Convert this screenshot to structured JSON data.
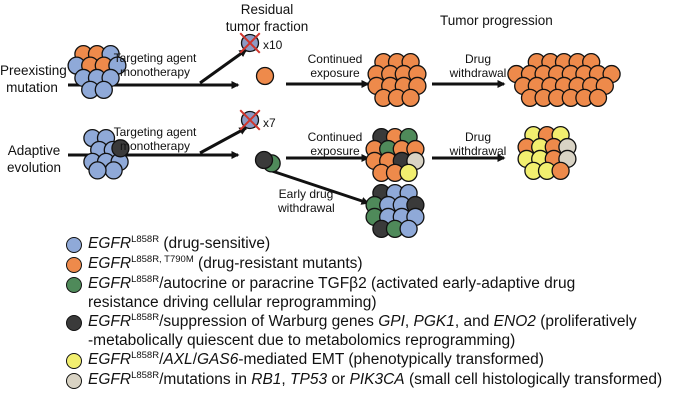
{
  "headers": {
    "residual": "Residual tumor fraction",
    "progression": "Tumor progression"
  },
  "rows": {
    "preexisting": "Preexisting mutation",
    "adaptive": "Adaptive evolution"
  },
  "arrows": {
    "targeting_1": "Targeting agent monotherapy",
    "targeting_2": "Targeting agent monotherapy",
    "continued_1": "Continued exposure",
    "continued_2": "Continued exposure",
    "withdrawal_1": "Drug withdrawal",
    "withdrawal_2": "Drug withdrawal",
    "early": "Early drug withdrawal"
  },
  "multipliers": {
    "top": "x10",
    "bottom": "x7"
  },
  "colors": {
    "blue": "#8fa9d8",
    "orange": "#ee8a4b",
    "green": "#4f8a5a",
    "black": "#3a3a3a",
    "yellow": "#f2ef6f",
    "beige": "#d9d3c4",
    "cross": "#d0342c",
    "dead_fill": "#8c9ac4"
  },
  "legend": [
    {
      "color": "blue",
      "gene": "EGFR",
      "sup": "L858R",
      "parts": [
        {
          "t": " (drug-sensitive)"
        }
      ]
    },
    {
      "color": "orange",
      "gene": "EGFR",
      "sup": "L858R, T790M",
      "parts": [
        {
          "t": " (drug-resistant mutants)"
        }
      ]
    },
    {
      "color": "green",
      "gene": "EGFR",
      "sup": "L858R",
      "parts": [
        {
          "t": "/autocrine or paracrine TGFβ2 (activated early-adaptive drug"
        }
      ],
      "line2": "resistance driving cellular reprogramming)"
    },
    {
      "color": "black",
      "gene": "EGFR",
      "sup": "L858R",
      "parts": [
        {
          "t": "/suppression of Warburg genes "
        },
        {
          "t": "GPI",
          "i": true
        },
        {
          "t": ", "
        },
        {
          "t": "PGK1",
          "i": true
        },
        {
          "t": ", and "
        },
        {
          "t": "ENO2",
          "i": true
        },
        {
          "t": " (proliferatively"
        }
      ],
      "line2": "-metabolically quiescent due to metabolomics reprogramming)"
    },
    {
      "color": "yellow",
      "gene": "EGFR",
      "sup": "L858R",
      "parts": [
        {
          "t": "/"
        },
        {
          "t": "AXL",
          "i": true
        },
        {
          "t": "/"
        },
        {
          "t": "GAS6",
          "i": true
        },
        {
          "t": "-mediated EMT (phenotypically transformed)"
        }
      ]
    },
    {
      "color": "beige",
      "gene": "EGFR",
      "sup": "L858R",
      "parts": [
        {
          "t": "/mutations in "
        },
        {
          "t": "RB1",
          "i": true
        },
        {
          "t": ", "
        },
        {
          "t": "TP53",
          "i": true
        },
        {
          "t": " or "
        },
        {
          "t": "PIK3CA",
          "i": true
        },
        {
          "t": " (small cell histologically transformed)"
        }
      ]
    }
  ]
}
